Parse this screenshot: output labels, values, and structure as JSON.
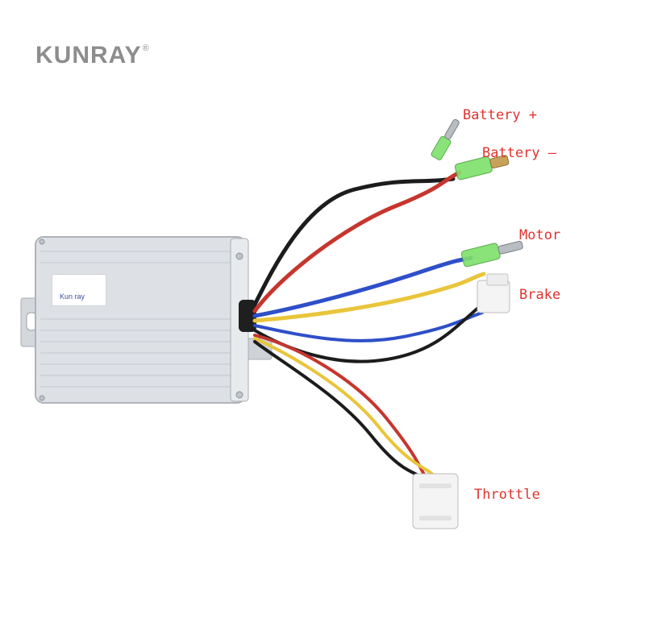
{
  "brand": {
    "name": "KUNRAY",
    "mark": "®"
  },
  "product": {
    "sticker_text": "Kun ray"
  },
  "labels": {
    "battery_plus": "Battery +",
    "battery_minus": "Battery —",
    "motor": "Motor",
    "brake": "Brake",
    "throttle": "Throttle"
  },
  "colors": {
    "label": "#e0332e",
    "brand": "#8d8d8d",
    "housing": "#d9dde2",
    "connector_green": "#7ee06a",
    "wire_red": "#c6362e",
    "wire_black": "#1c1c1c",
    "wire_blue": "#2f4fc9",
    "wire_yellow": "#e9c53b"
  }
}
